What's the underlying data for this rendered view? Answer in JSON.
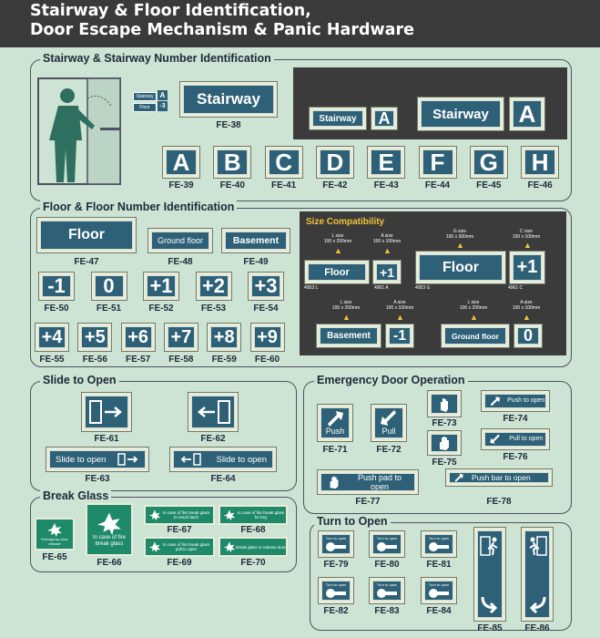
{
  "header": {
    "line1": "Stairway & Floor Identification,",
    "line2": "Door Escape Mechanism & Panic Hardware"
  },
  "sections": {
    "stairway": "Stairway & Stairway Number Identification",
    "floor": "Floor & Floor Number Identification",
    "slide": "Slide to Open",
    "emergency": "Emergency Door Operation",
    "break": "Break Glass",
    "turn": "Turn to Open"
  },
  "illustration": {
    "stairway": "Stairway",
    "floor": "Floor",
    "letter": "A",
    "number": "-3"
  },
  "stairway_sign": {
    "text": "Stairway",
    "code": "FE-38"
  },
  "dark_example": {
    "text": "Stairway",
    "letter": "A"
  },
  "letters": [
    {
      "text": "A",
      "code": "FE-39"
    },
    {
      "text": "B",
      "code": "FE-40"
    },
    {
      "text": "C",
      "code": "FE-41"
    },
    {
      "text": "D",
      "code": "FE-42"
    },
    {
      "text": "E",
      "code": "FE-43"
    },
    {
      "text": "F",
      "code": "FE-44"
    },
    {
      "text": "G",
      "code": "FE-45"
    },
    {
      "text": "H",
      "code": "FE-46"
    }
  ],
  "floor_signs": [
    {
      "text": "Floor",
      "code": "FE-47"
    },
    {
      "text": "Ground floor",
      "code": "FE-48"
    },
    {
      "text": "Basement",
      "code": "FE-49"
    }
  ],
  "numbers_row1": [
    {
      "text": "-1",
      "code": "FE-50"
    },
    {
      "text": "0",
      "code": "FE-51"
    },
    {
      "text": "+1",
      "code": "FE-52"
    },
    {
      "text": "+2",
      "code": "FE-53"
    },
    {
      "text": "+3",
      "code": "FE-54"
    }
  ],
  "numbers_row2": [
    {
      "text": "+4",
      "code": "FE-55"
    },
    {
      "text": "+5",
      "code": "FE-56"
    },
    {
      "text": "+6",
      "code": "FE-57"
    },
    {
      "text": "+7",
      "code": "FE-58"
    },
    {
      "text": "+8",
      "code": "FE-59"
    },
    {
      "text": "+9",
      "code": "FE-60"
    }
  ],
  "compat": {
    "title": "Size Compatibility",
    "l_size": "L size",
    "l_dim": "100 x 200mm",
    "a_size": "A size",
    "a_dim": "100 x 100mm",
    "g_size": "G size",
    "g_dim": "100 x 300mm",
    "c_size": "C size",
    "c_dim": "100 x 100mm",
    "floor": "Floor",
    "plus1": "+1",
    "basement": "Basement",
    "minus1": "-1",
    "ground": "Ground floor",
    "zero": "0",
    "c4953l": "4953 L",
    "c4961a": "4961 A",
    "c4953g": "4953 G",
    "c4961c": "4961 C"
  },
  "slide": [
    {
      "code": "FE-61"
    },
    {
      "code": "FE-62"
    },
    {
      "text": "Slide to open",
      "code": "FE-63"
    },
    {
      "text": "Slide to open",
      "code": "FE-64"
    }
  ],
  "emergency": {
    "push": "Push",
    "pull": "Pull",
    "push_to_open": "Push to open",
    "pull_to_open": "Pull to open",
    "push_pad": "Push pad to open",
    "push_bar": "Push bar to open",
    "codes": [
      "FE-71",
      "FE-72",
      "FE-73",
      "FE-74",
      "FE-75",
      "FE-76",
      "FE-77",
      "FE-78"
    ]
  },
  "break_glass": {
    "emergency_door_release": "Emergency door release",
    "in_case_of_fire": "In case of fire break glass",
    "fe67": "In case of fire break glass to reach latch",
    "fe68": "In case of fire break glass for key",
    "fe69": "In case of fire break glass pull to open",
    "fe70": "Break glass to release door",
    "codes": [
      "FE-65",
      "FE-66",
      "FE-67",
      "FE-68",
      "FE-69",
      "FE-70"
    ]
  },
  "turn": {
    "turn_to_open": "Turn to open",
    "codes": [
      "FE-79",
      "FE-80",
      "FE-81",
      "FE-82",
      "FE-83",
      "FE-84",
      "FE-85",
      "FE-86"
    ]
  },
  "colors": {
    "sign": "#2e6177",
    "background": "#cde3d3",
    "dark": "#3b3b3b",
    "green": "#1f8a6a"
  }
}
